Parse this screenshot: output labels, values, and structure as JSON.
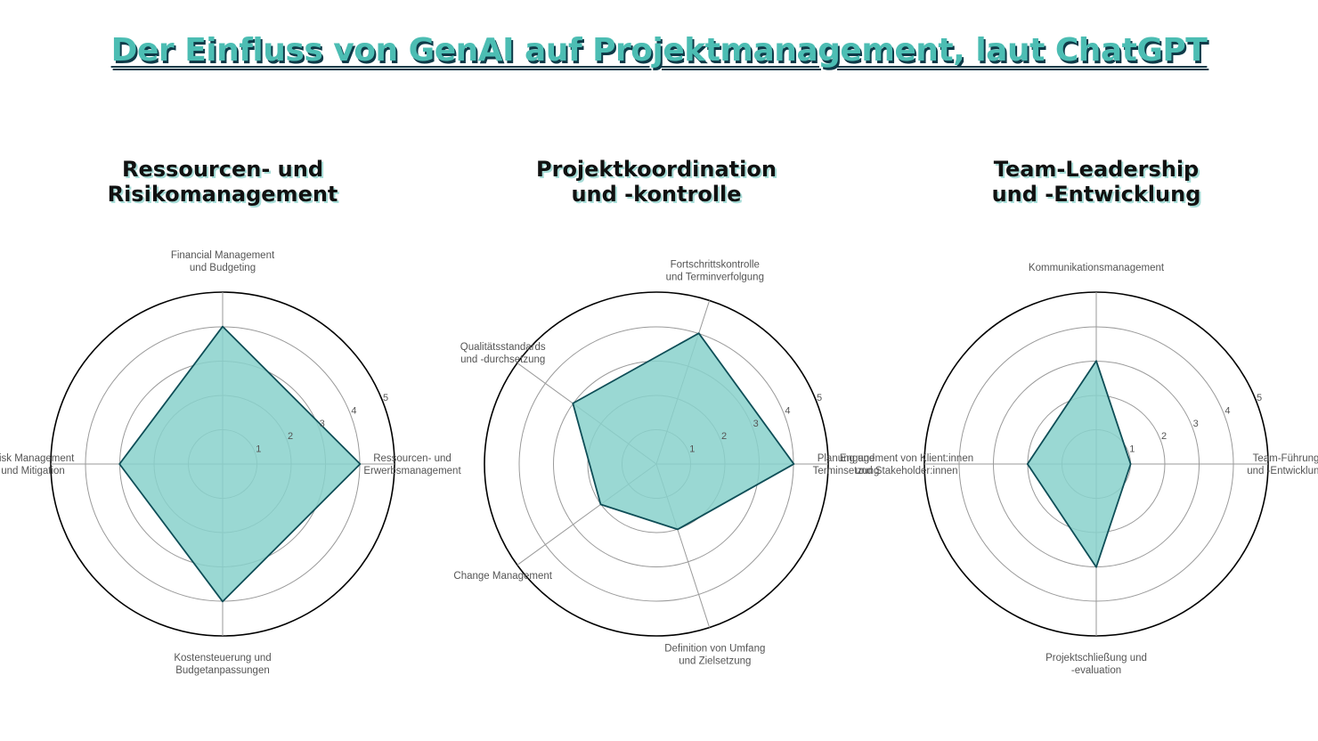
{
  "title": "Der Einfluss von GenAI auf Projektmanagement, laut ChatGPT",
  "colors": {
    "title_fill": "#4cbdb3",
    "title_shadow": "#0e3a48",
    "area_fill": "#88d1cb",
    "area_stroke": "#0e4e57",
    "grid": "#9a9a9a",
    "outer_ring": "#000000",
    "label_text": "#555555"
  },
  "chart_data": [
    {
      "type": "radar",
      "title_lines": [
        "Ressourcen- und",
        "Risikomanagement"
      ],
      "rmax": 5,
      "ticks": [
        "1",
        "2",
        "3",
        "4",
        "5"
      ],
      "axes": [
        {
          "label_lines": [
            "Ressourcen- und",
            "Erwerbsmanagement"
          ],
          "value": 4
        },
        {
          "label_lines": [
            "Financial Management",
            "und Budgeting"
          ],
          "value": 4
        },
        {
          "label_lines": [
            "Risk Management",
            "und Mitigation"
          ],
          "value": 3
        },
        {
          "label_lines": [
            "Kostensteuerung und",
            "Budgetanpassungen"
          ],
          "value": 4
        }
      ]
    },
    {
      "type": "radar",
      "title_lines": [
        "Projektkoordination",
        "und -kontrolle"
      ],
      "rmax": 5,
      "ticks": [
        "1",
        "2",
        "3",
        "4",
        "5"
      ],
      "axes": [
        {
          "label_lines": [
            "Planung und",
            "Terminsetzung"
          ],
          "value": 4
        },
        {
          "label_lines": [
            "Fortschrittskontrolle",
            "und Terminverfolgung"
          ],
          "value": 4
        },
        {
          "label_lines": [
            "Qualitätsstandards",
            "und -durchsetzung"
          ],
          "value": 3
        },
        {
          "label_lines": [
            "Change Management"
          ],
          "value": 2
        },
        {
          "label_lines": [
            "Definition von Umfang",
            "und Zielsetzung"
          ],
          "value": 2
        }
      ]
    },
    {
      "type": "radar",
      "title_lines": [
        "Team-Leadership",
        "und -Entwicklung"
      ],
      "rmax": 5,
      "ticks": [
        "1",
        "2",
        "3",
        "4",
        "5"
      ],
      "axes": [
        {
          "label_lines": [
            "Team-Führung",
            "und -Entwicklung"
          ],
          "value": 1
        },
        {
          "label_lines": [
            "Kommunikationsmanagement"
          ],
          "value": 3
        },
        {
          "label_lines": [
            "Engagement von Klient:innen",
            "und Stakeholder:innen"
          ],
          "value": 2
        },
        {
          "label_lines": [
            "Projektschließung und",
            "-evaluation"
          ],
          "value": 3
        }
      ]
    }
  ]
}
